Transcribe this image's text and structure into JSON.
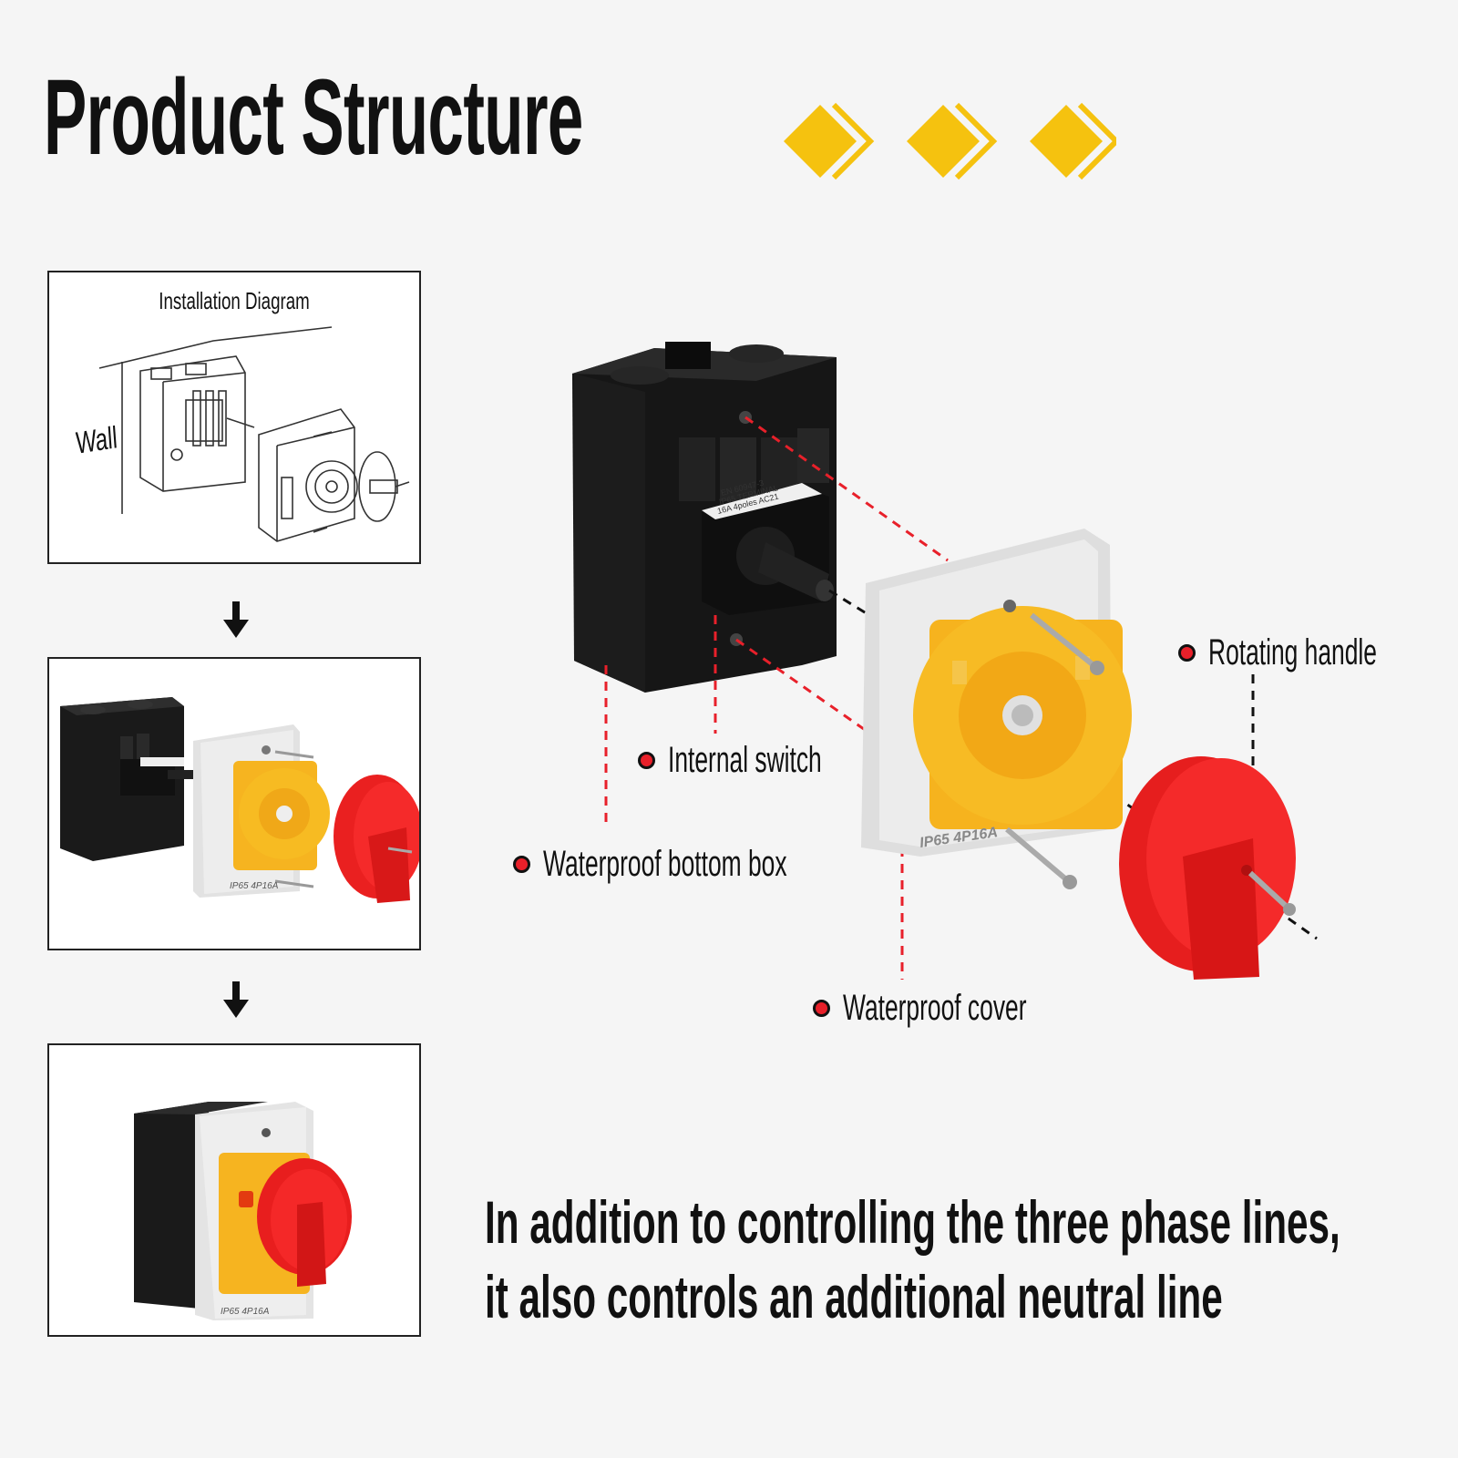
{
  "page": {
    "title": "Product Structure",
    "accent_color": "#f5c20f",
    "callout_color": "#e8202a"
  },
  "installation": {
    "label": "Installation Diagram",
    "wall_label": "Wall"
  },
  "flow_icons": [
    "arrow-down-icon",
    "arrow-down-icon"
  ],
  "product": {
    "model_text": "IP65 4P16A",
    "switch_sticker_lines": [
      "16A 4poles AC21",
      "IP65 TERMINAL",
      "EN 60947-3"
    ]
  },
  "callouts": [
    {
      "id": "rotating-handle",
      "label": "Rotating handle"
    },
    {
      "id": "internal-switch",
      "label": "Internal switch"
    },
    {
      "id": "waterproof-bottom-box",
      "label": "Waterproof bottom box"
    },
    {
      "id": "waterproof-cover",
      "label": "Waterproof cover"
    }
  ],
  "description": {
    "line1": "In addition to controlling the three phase lines,",
    "line2": "it also controls an additional neutral line"
  }
}
